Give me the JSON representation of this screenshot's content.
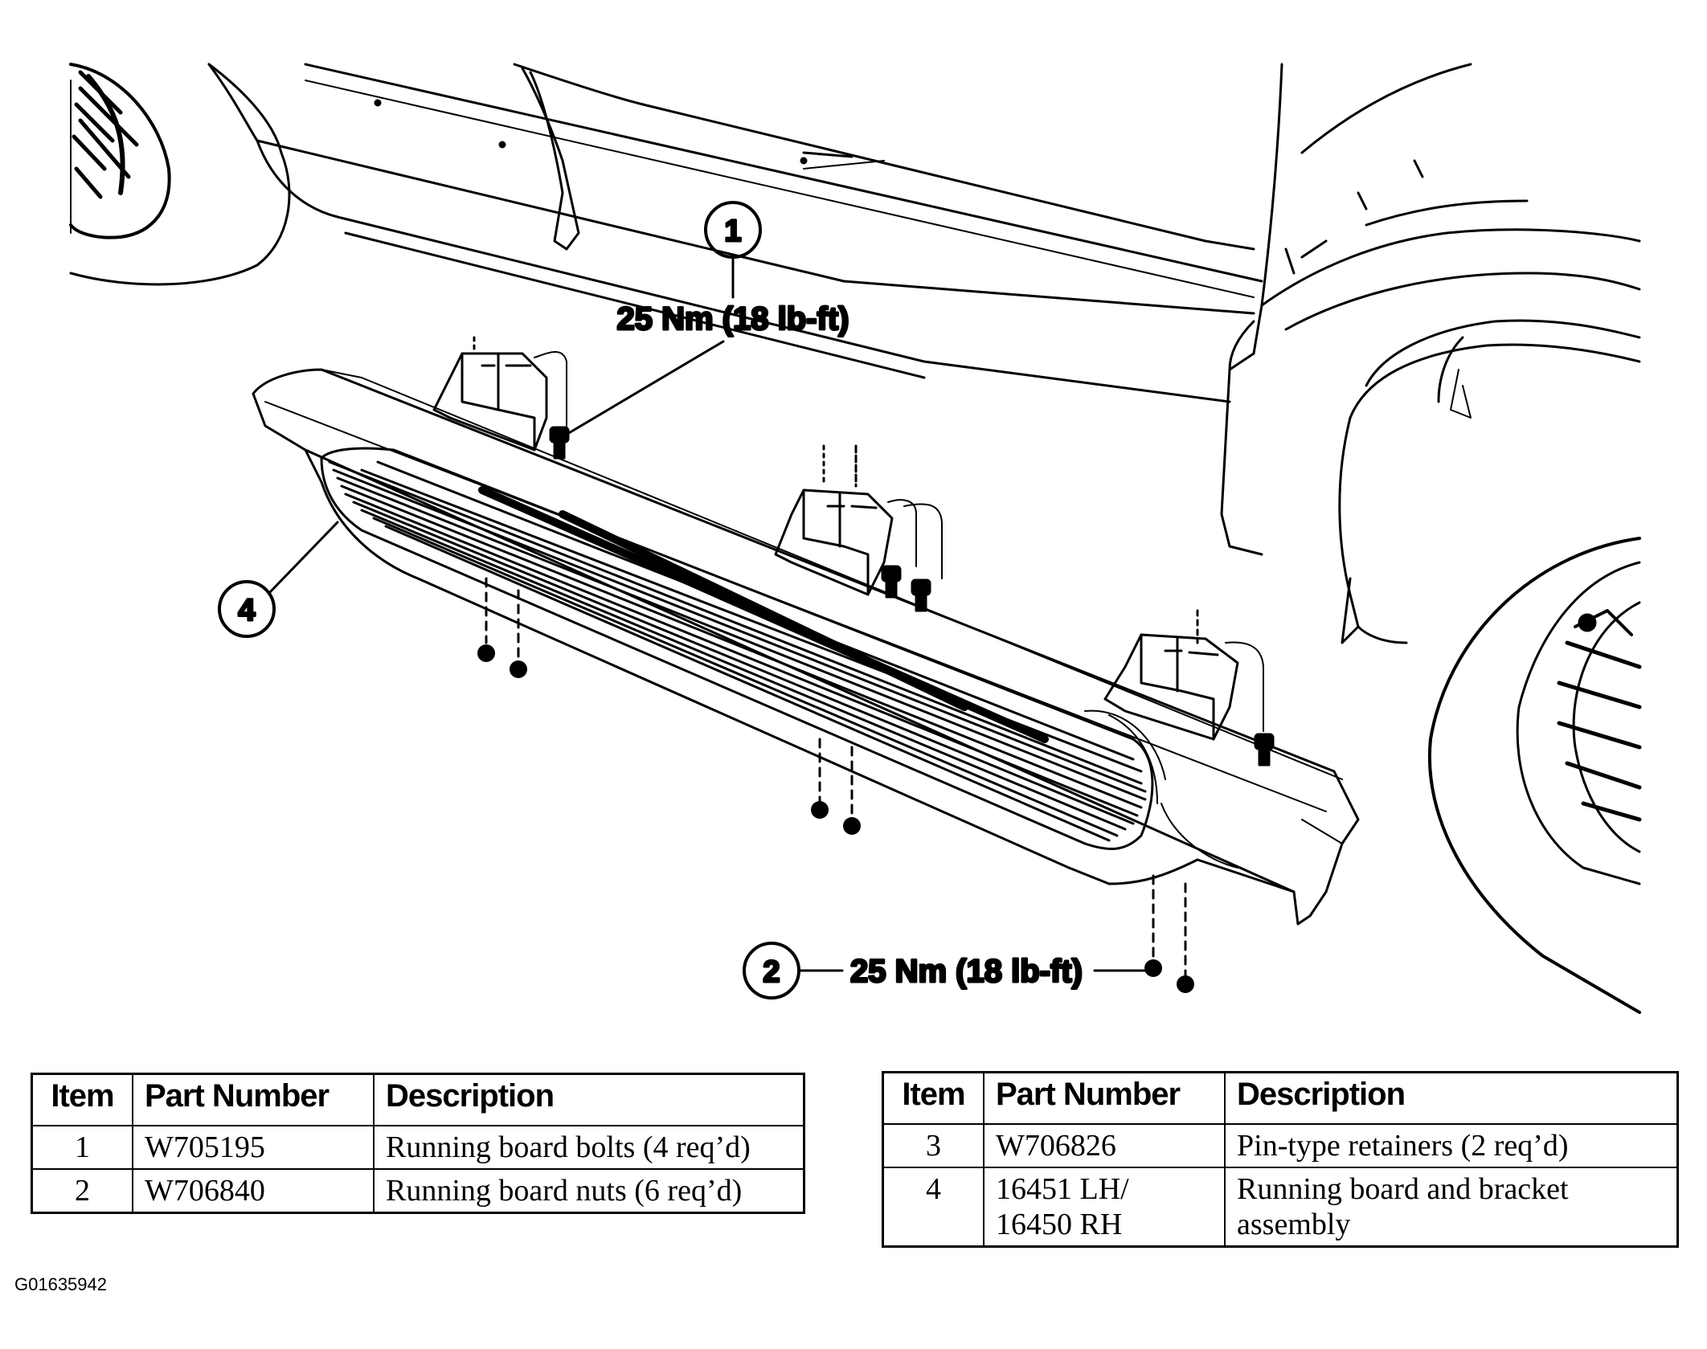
{
  "callouts": [
    {
      "number": "1",
      "torque": "25 Nm (18 lb-ft)"
    },
    {
      "number": "2",
      "torque": "25 Nm (18 lb-ft)"
    },
    {
      "number": "4"
    }
  ],
  "tables": [
    {
      "headers": [
        "Item",
        "Part Number",
        "Description"
      ],
      "rows": [
        {
          "item": "1",
          "part": "W705195",
          "desc": "Running board bolts (4 req’d)"
        },
        {
          "item": "2",
          "part": "W706840",
          "desc": "Running board nuts (6 req’d)"
        }
      ]
    },
    {
      "headers": [
        "Item",
        "Part Number",
        "Description"
      ],
      "rows": [
        {
          "item": "3",
          "part": "W706826",
          "desc": "Pin-type retainers (2 req’d)"
        },
        {
          "item": "4",
          "part_line1": "16451 LH/",
          "part_line2": "16450 RH",
          "desc_line1": "Running board and bracket",
          "desc_line2": "assembly"
        }
      ]
    }
  ],
  "figure_id": "G01635942"
}
